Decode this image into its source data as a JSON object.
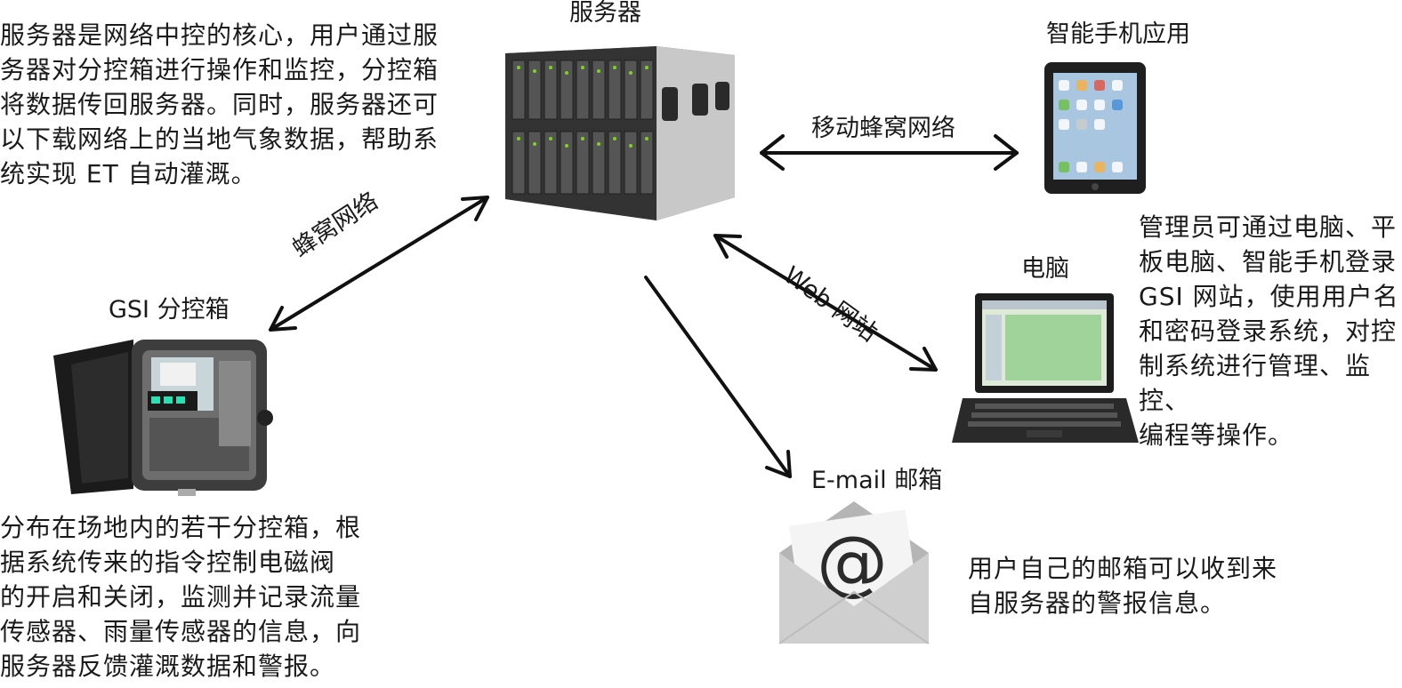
{
  "labels": {
    "server": "服务器",
    "smartphone_app": "智能手机应用",
    "mobile_cellular": "移动蜂窝网络",
    "cellular": "蜂窝网络",
    "web_site": "Web 网站",
    "computer": "电脑",
    "gsi_box": "GSI 分控箱",
    "email_box": "E-mail 邮箱"
  },
  "descriptions": {
    "server": [
      "服务器是网络中控的核心，用户通过服",
      "务器对分控箱进行操作和监控，分控箱",
      "将数据传回服务器。同时，服务器还可",
      "以下载网络上的当地气象数据，帮助系",
      "统实现 ET 自动灌溉。"
    ],
    "admin": [
      "管理员可通过电脑、平",
      "板电脑、智能手机登录",
      "GSI 网站，使用用户名",
      "和密码登录系统，对控",
      "制系统进行管理、监控、",
      "编程等操作。"
    ],
    "controller": [
      "分布在场地内的若干分控箱，根",
      "据系统传来的指令控制电磁阀",
      "的开启和关闭，监测并记录流量",
      "传感器、雨量传感器的信息，向",
      "服务器反馈灌溉数据和警报。"
    ],
    "email": [
      "用户自己的邮箱可以收到来",
      "自服务器的警报信息。"
    ]
  },
  "colors": {
    "text": "#1a1a1a",
    "arrow": "#111111",
    "server_body": "#3a3a3a",
    "led": "#7ed321",
    "tablet_screen": "#a9c6e0",
    "laptop_screen": "#9fd39a",
    "envelope": "#c9c9c9"
  },
  "icons": [
    "server-rack-icon",
    "tablet-icon",
    "laptop-icon",
    "controller-box-icon",
    "email-envelope-icon"
  ]
}
